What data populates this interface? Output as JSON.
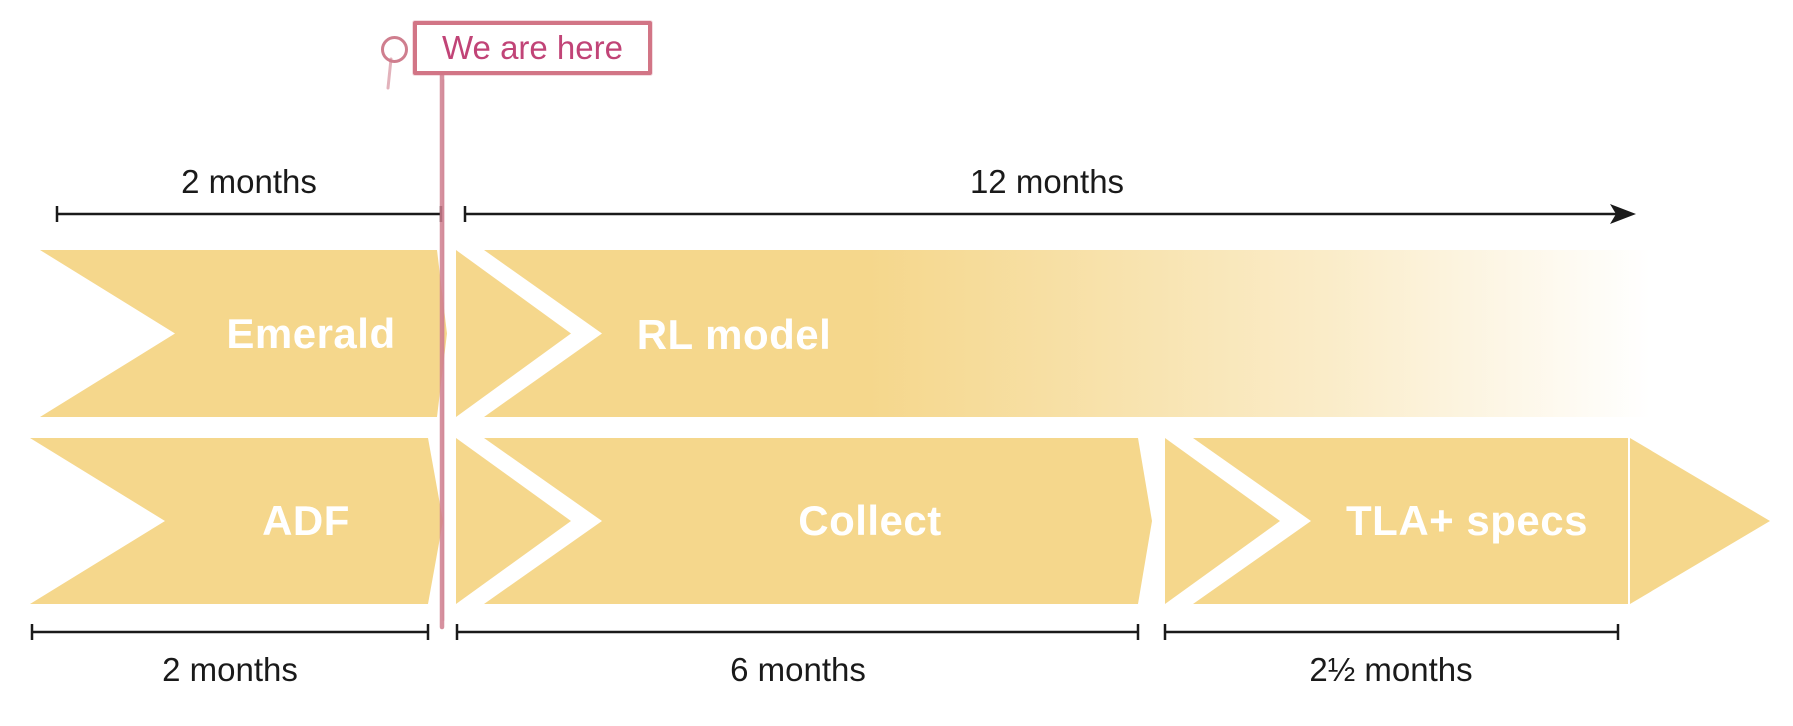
{
  "flag": {
    "label": "We are here"
  },
  "rows": [
    {
      "name": "top-row",
      "segments": [
        {
          "label": "Emerald"
        },
        {
          "label": "RL model"
        }
      ]
    },
    {
      "name": "bottom-row",
      "segments": [
        {
          "label": "ADF"
        },
        {
          "label": "Collect"
        },
        {
          "label": "TLA+ specs"
        }
      ]
    }
  ],
  "durations": [
    {
      "label": "2 months",
      "position": "top-left"
    },
    {
      "label": "12 months",
      "position": "top-right"
    },
    {
      "label": "2 months",
      "position": "bottom-left"
    },
    {
      "label": "6 months",
      "position": "bottom-middle"
    },
    {
      "label": "2½ months",
      "position": "bottom-right"
    }
  ],
  "colors": {
    "background": "#ffffff",
    "bar": "#f5d78c",
    "bar_label": "#ffffff",
    "dim_line": "#1a1a1a",
    "flag_border": "#d27586",
    "flag_text": "#c14477",
    "marker_stroke": "#cf7e8e"
  }
}
